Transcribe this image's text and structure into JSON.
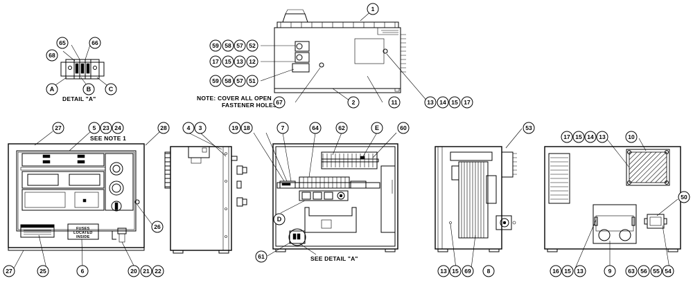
{
  "notes": {
    "detail_a_title": "DETAIL \"A\"",
    "see_note_1": "SEE NOTE 1",
    "cover_holes_line1": "NOTE: COVER ALL OPEN",
    "cover_holes_line2": "FASTENER HOLES",
    "see_detail_a": "SEE DETAIL \"A\"",
    "fuses_label_line1": "FUSES",
    "fuses_label_line2": "LOCATED",
    "fuses_label_line3": "INSIDE"
  },
  "callouts": {
    "c1": "1",
    "c2": "2",
    "c11": "11",
    "c67": "67",
    "c59a": "59",
    "c58a": "58",
    "c57a": "57",
    "c52": "52",
    "c17a": "17",
    "c15a": "15",
    "c13a": "13",
    "c12": "12",
    "c59b": "59",
    "c58b": "58",
    "c57b": "57",
    "c51": "51",
    "c13b": "13",
    "c14b": "14",
    "c15b": "15",
    "c17b": "17",
    "c65": "65",
    "c66": "66",
    "c68": "68",
    "cA": "A",
    "cB": "B",
    "cC": "C",
    "c27a": "27",
    "c5": "5",
    "c23": "23",
    "c24": "24",
    "c28": "28",
    "c26": "26",
    "c27b": "27",
    "c25": "25",
    "c6": "6",
    "c20": "20",
    "c21": "21",
    "c22": "22",
    "c4": "4",
    "c3": "3",
    "c19": "19",
    "c18": "18",
    "c7": "7",
    "c64": "64",
    "c62": "62",
    "cE": "E",
    "c60": "60",
    "cD": "D",
    "c61": "61",
    "c53": "53",
    "c13c": "13",
    "c15c": "15",
    "c69": "69",
    "c8": "8",
    "c17d": "17",
    "c15d": "15",
    "c14d": "14",
    "c13d": "13",
    "c10": "10",
    "c50": "50",
    "c16": "16",
    "c15e": "15",
    "c13e": "13",
    "c9": "9",
    "c63": "63",
    "c56": "56",
    "c55": "55",
    "c54": "54"
  }
}
